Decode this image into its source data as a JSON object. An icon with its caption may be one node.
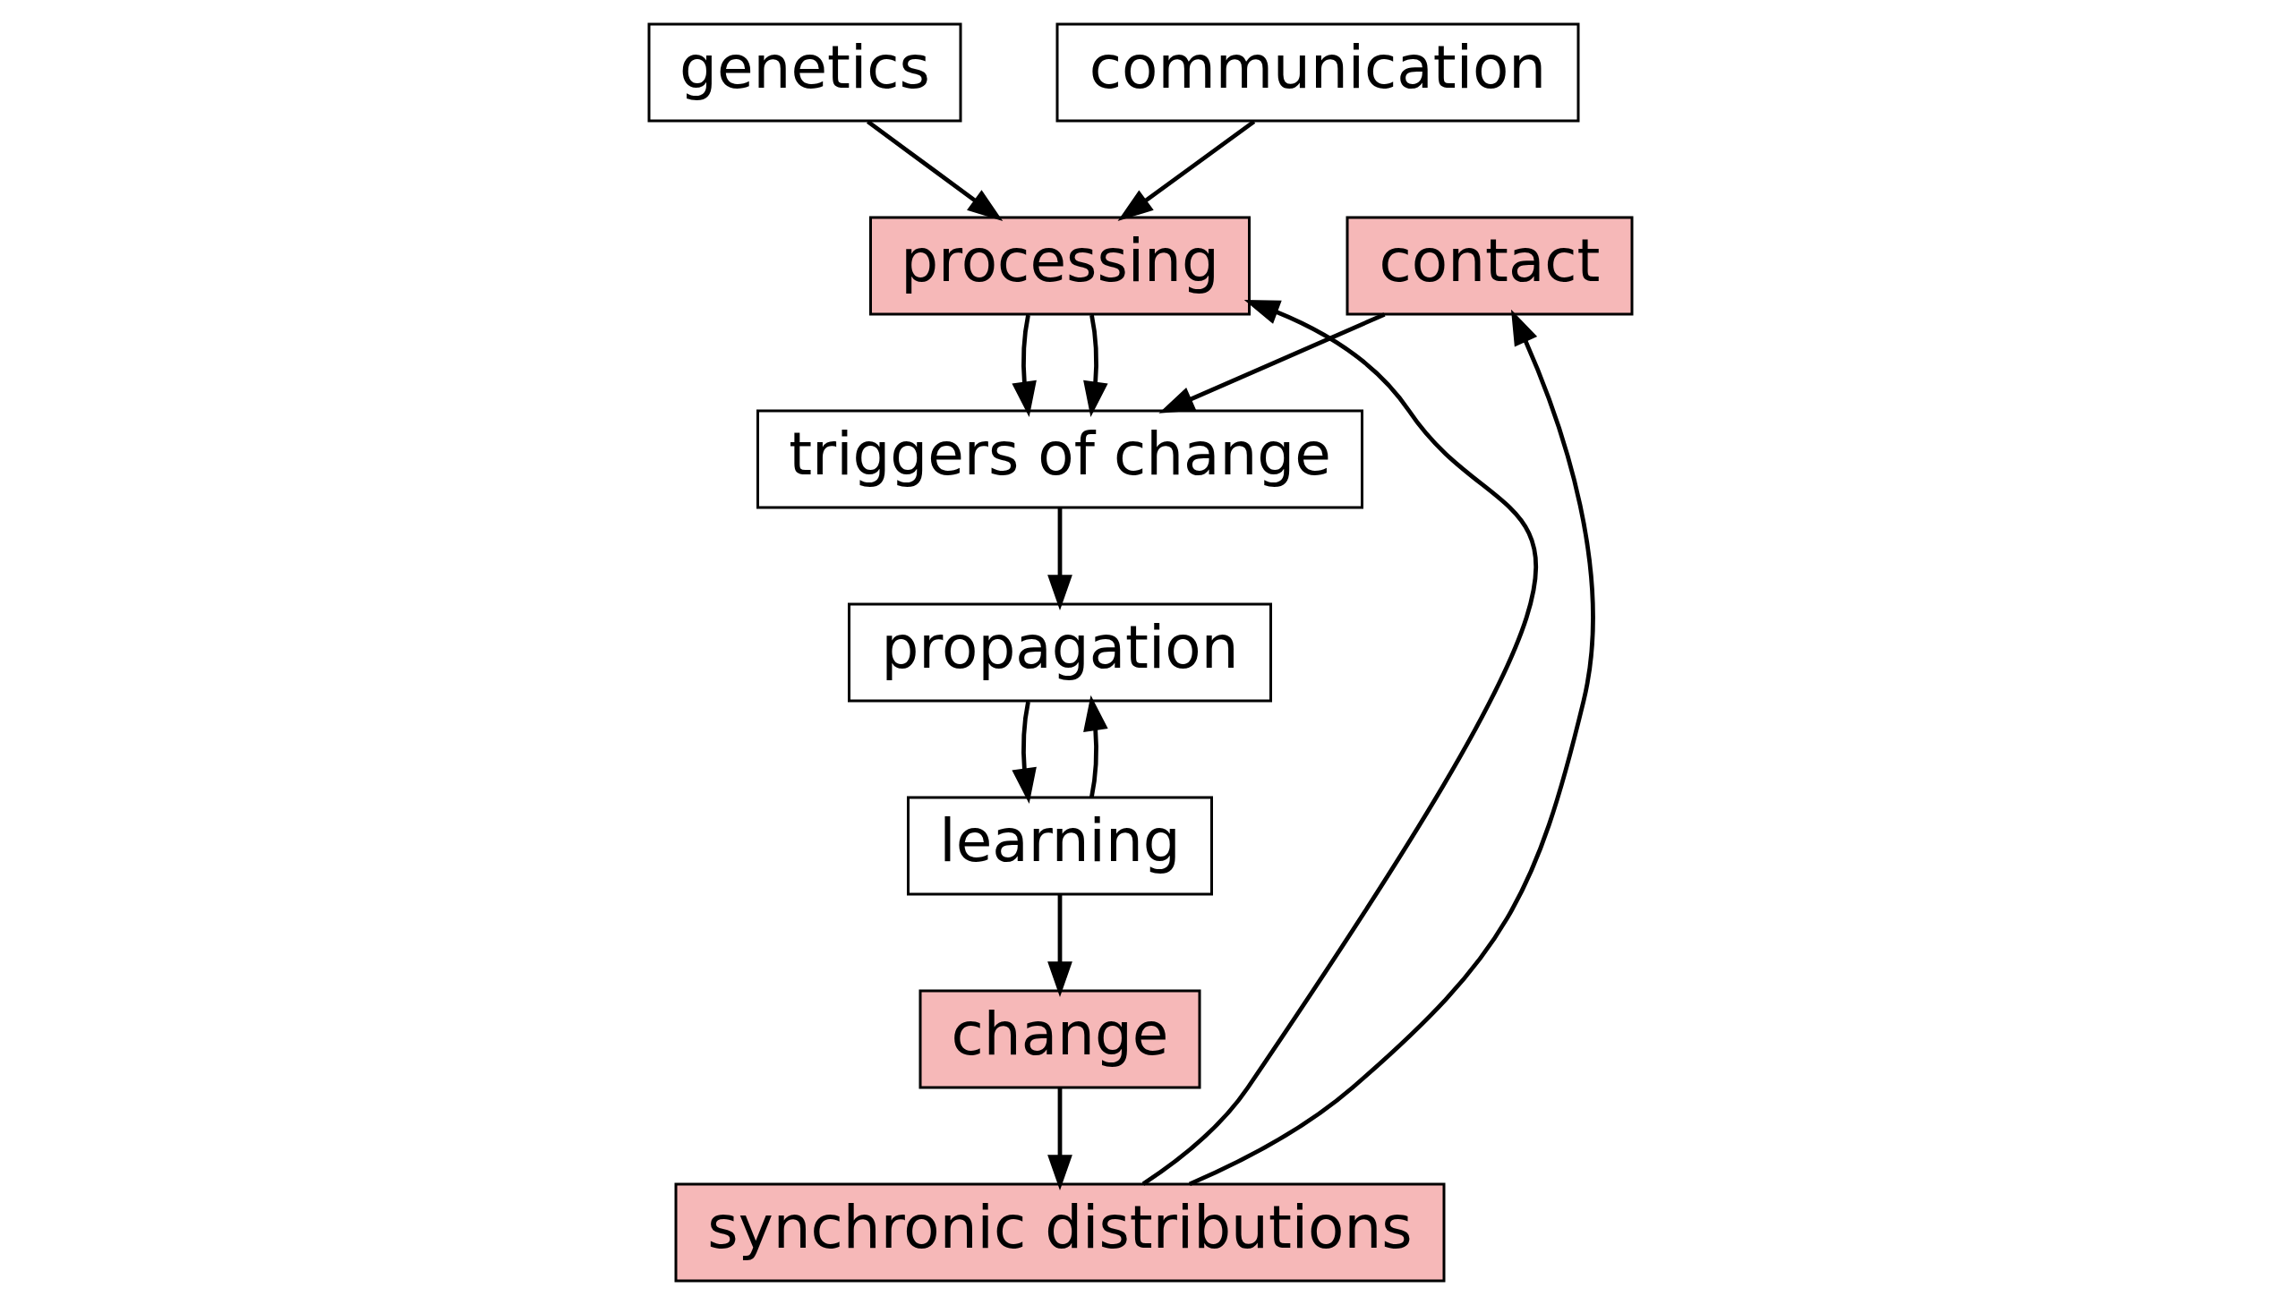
{
  "diagram": {
    "nodes": [
      {
        "text": [
          "genetics"
        ]
      },
      {
        "text": [
          "processing"
        ]
      },
      {
        "text": [
          "contact"
        ]
      },
      {
        "text": [
          "communication"
        ]
      },
      {
        "text": [
          "triggers of change"
        ]
      },
      {
        "text": [
          "propagation"
        ]
      },
      {
        "text": [
          "learning"
        ]
      },
      {
        "text": [
          "change"
        ]
      },
      {
        "text": [
          "synchronic distributions"
        ]
      }
    ],
    "edges": [
      {
        "from": 0,
        "to": 1,
        "arrow": "to"
      },
      {
        "from": 3,
        "to": 1,
        "arrow": "to"
      },
      {
        "from": 1,
        "to": 4,
        "arrow": "to"
      },
      {
        "from": 1,
        "to": 4,
        "arrow": "to"
      },
      {
        "from": 2,
        "to": 4,
        "arrow": "to"
      },
      {
        "from": 4,
        "to": 5,
        "arrow": "to"
      },
      {
        "from": 5,
        "to": 6,
        "arrow": "to"
      },
      {
        "from": 6,
        "to": 5,
        "arrow": "to"
      },
      {
        "from": 6,
        "to": 7,
        "arrow": "to"
      },
      {
        "from": 7,
        "to": 8,
        "arrow": "to"
      },
      {
        "from": 8,
        "to": 1,
        "arrow": "to"
      },
      {
        "from": 8,
        "to": 2,
        "arrow": "to"
      }
    ]
  }
}
